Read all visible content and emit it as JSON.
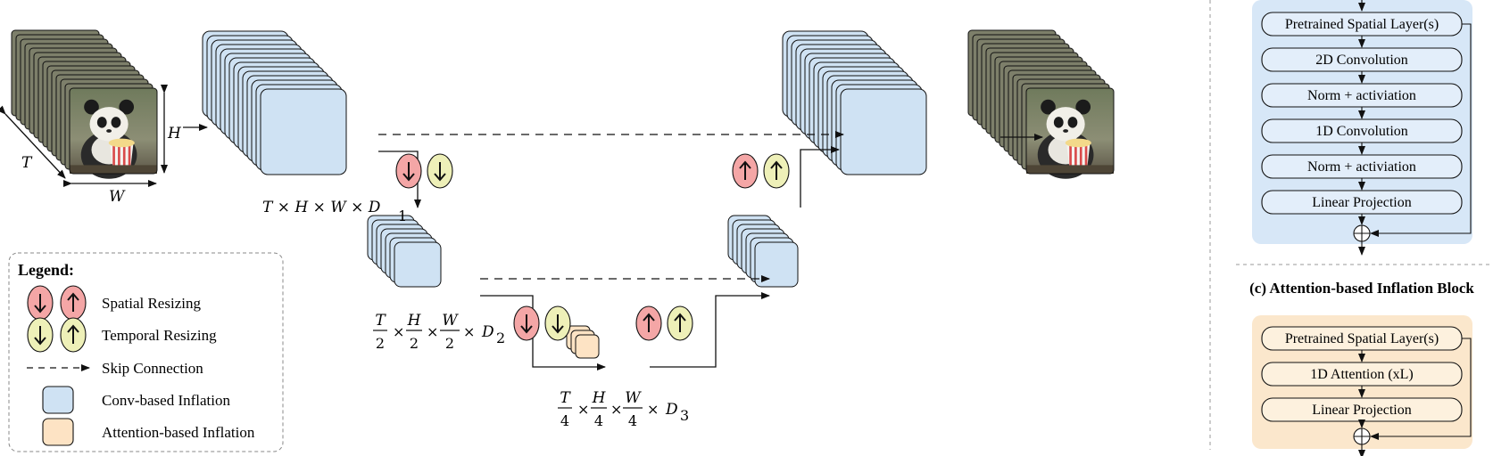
{
  "legend": {
    "title": "Legend:",
    "items": [
      {
        "key": "spatial",
        "label": "Spatial Resizing"
      },
      {
        "key": "temporal",
        "label": "Temporal Resizing"
      },
      {
        "key": "skip",
        "label": "Skip Connection"
      },
      {
        "key": "conv",
        "label": "Conv-based Inflation"
      },
      {
        "key": "attn",
        "label": "Attention-based Inflation"
      }
    ]
  },
  "dims": {
    "h": "H",
    "t": "T",
    "w": "W",
    "level1": {
      "lead": "T × H × W × D",
      "sub": "1"
    },
    "level2": {
      "t": "T",
      "h": "H",
      "w": "W",
      "den": "2",
      "d": "D",
      "sub": "2"
    },
    "level3": {
      "t": "T",
      "h": "H",
      "w": "W",
      "den": "4",
      "d": "D",
      "sub": "3"
    }
  },
  "conv_block": {
    "layers": [
      "Pretrained Spatial Layer(s)",
      "2D Convolution",
      "Norm + activiation",
      "1D Convolution",
      "Norm + activiation",
      "Linear Projection"
    ]
  },
  "attn_block": {
    "title": "(c) Attention-based Inflation Block",
    "layers": [
      "Pretrained Spatial Layer(s)",
      "1D Attention (xL)",
      "Linear Projection"
    ]
  },
  "colors": {
    "conv_fill": "#cfe2f3",
    "conv_panel": "#d7e7f7",
    "attn_fill": "#fde3c4",
    "attn_panel": "#fbe7cc",
    "spatial_circle": "#f4a6a6",
    "temporal_circle": "#eef0b8",
    "stroke": "#1a1a1a"
  }
}
